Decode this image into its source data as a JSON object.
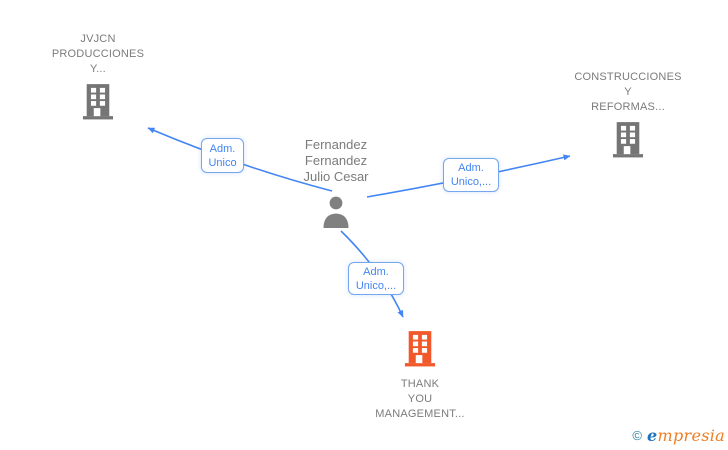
{
  "diagram": {
    "person": {
      "name_lines": [
        "Fernandez",
        "Fernandez",
        "Julio Cesar"
      ]
    },
    "companies": {
      "jvjcn": {
        "name_lines": [
          "JVJCN",
          "PRODUCCIONES",
          "Y..."
        ]
      },
      "construcciones": {
        "name_lines": [
          "CONSTRUCCIONES",
          "Y",
          "REFORMAS..."
        ]
      },
      "thankyou": {
        "name_lines": [
          "THANK",
          "YOU",
          "MANAGEMENT..."
        ]
      }
    },
    "edge_labels": {
      "jvjcn": {
        "lines": [
          "Adm.",
          "Unico"
        ]
      },
      "construcciones": {
        "lines": [
          "Adm.",
          "Unico,..."
        ]
      },
      "thankyou": {
        "lines": [
          "Adm.",
          "Unico,..."
        ]
      }
    }
  },
  "footer": {
    "copyright_symbol": "©",
    "brand_first_letter": "e",
    "brand_rest": "mpresia"
  },
  "colors": {
    "edge-blue": "#4285f4",
    "label-text": "#4285f4",
    "label-border": "#76a6ec",
    "text-gray": "#7b7b7b",
    "icon-gray": "#757575",
    "icon-orange": "#f1582a",
    "logo-teal": "#2c7f99",
    "logo-blue": "#1e73be",
    "logo-orange": "#ef7d23"
  }
}
